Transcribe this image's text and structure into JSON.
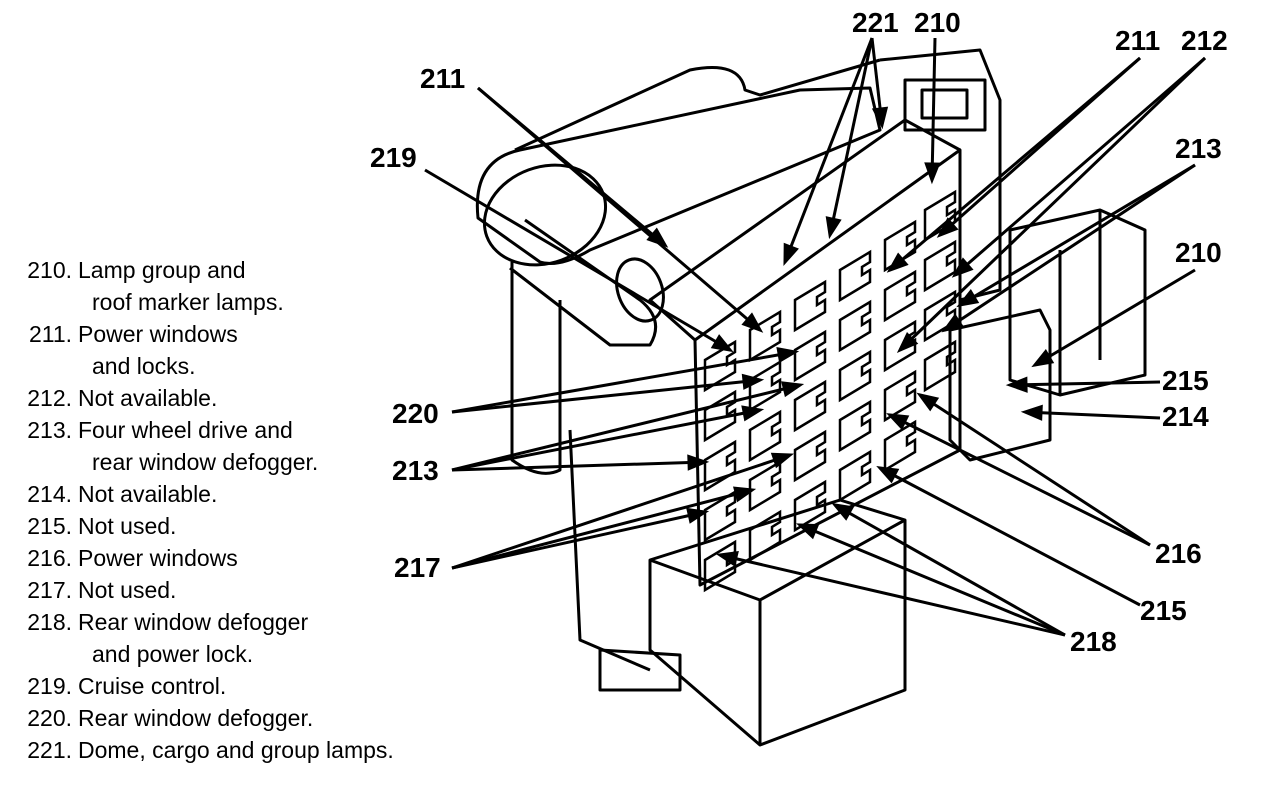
{
  "legend": [
    {
      "number": "210.",
      "lines": [
        "Lamp group and",
        "roof marker lamps."
      ]
    },
    {
      "number": "211.",
      "lines": [
        "Power windows",
        "and locks."
      ]
    },
    {
      "number": "212.",
      "lines": [
        "Not available."
      ]
    },
    {
      "number": "213.",
      "lines": [
        "Four wheel drive and",
        "rear window defogger."
      ]
    },
    {
      "number": "214.",
      "lines": [
        "Not available."
      ]
    },
    {
      "number": "215.",
      "lines": [
        "Not used."
      ]
    },
    {
      "number": "216.",
      "lines": [
        "Power windows"
      ]
    },
    {
      "number": "217.",
      "lines": [
        "Not used."
      ]
    },
    {
      "number": "218.",
      "lines": [
        "Rear window defogger",
        "and power lock."
      ]
    },
    {
      "number": "219.",
      "lines": [
        "Cruise control."
      ]
    },
    {
      "number": "220.",
      "lines": [
        "Rear window defogger."
      ]
    },
    {
      "number": "221.",
      "lines": [
        "Dome, cargo and group lamps."
      ]
    }
  ],
  "callouts": {
    "c221_top": "221",
    "c210_top": "210",
    "c211_left": "211",
    "c211_right": "211",
    "c212": "212",
    "c219": "219",
    "c213_right": "213",
    "c210_right": "210",
    "c215_right": "215",
    "c214": "214",
    "c220": "220",
    "c213_left": "213",
    "c217": "217",
    "c216": "216",
    "c215_bottom": "215",
    "c218": "218"
  }
}
